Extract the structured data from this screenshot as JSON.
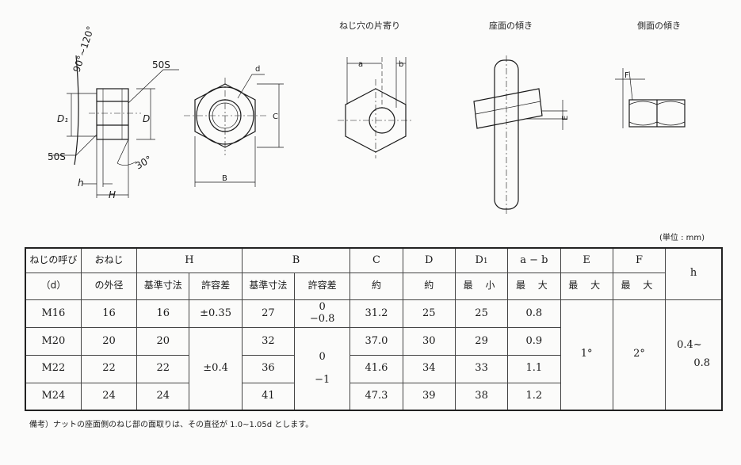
{
  "figures": {
    "captions": {
      "offset": "ねじ穴の片寄り",
      "seat_tilt": "座面の傾き",
      "side_tilt": "側面の傾き"
    },
    "labels": {
      "angle_range": "90°~120°",
      "surface_top": "50S",
      "surface_bottom": "50S",
      "d1": "D₁",
      "d": "D",
      "h": "h",
      "H": "H",
      "chamfer_angle": "30°",
      "dia_d": "d",
      "C": "C",
      "B": "B",
      "a": "a",
      "b": "b",
      "E": "E",
      "F": "F"
    }
  },
  "unit_note": "(単位 : mm)",
  "table": {
    "header_row1": {
      "nominal": "ねじの呼び",
      "outer_dia": "おねじ",
      "H": "H",
      "B": "B",
      "C": "C",
      "D": "D",
      "D1_main": "D",
      "D1_sub": "1",
      "a_b": "a − b",
      "E": "E",
      "F": "F",
      "h": "h"
    },
    "header_row2": {
      "nominal": "（d）",
      "outer_dia": "の外径",
      "H_base": "基準寸法",
      "H_tol": "許容差",
      "B_base": "基準寸法",
      "B_tol": "許容差",
      "C": "約",
      "D": "約",
      "D1": "最 小",
      "a_b": "最 大",
      "E": "最 大",
      "F": "最 大"
    },
    "rows": [
      {
        "nominal": "M16",
        "outer_dia": "16",
        "H_base": "16",
        "B_base": "27",
        "C": "31.2",
        "D": "25",
        "D1": "25",
        "a_b": "0.8"
      },
      {
        "nominal": "M20",
        "outer_dia": "20",
        "H_base": "20",
        "B_base": "32",
        "C": "37.0",
        "D": "30",
        "D1": "29",
        "a_b": "0.9"
      },
      {
        "nominal": "M22",
        "outer_dia": "22",
        "H_base": "22",
        "B_base": "36",
        "C": "41.6",
        "D": "34",
        "D1": "33",
        "a_b": "1.1"
      },
      {
        "nominal": "M24",
        "outer_dia": "24",
        "H_base": "24",
        "B_base": "41",
        "C": "47.3",
        "D": "39",
        "D1": "38",
        "a_b": "1.2"
      }
    ],
    "merged": {
      "H_tol_first": "±0.35",
      "H_tol_rest": "±0.4",
      "B_tol_first_upper": "0",
      "B_tol_first_lower": "−0.8",
      "B_tol_rest_upper": "0",
      "B_tol_rest_lower": "−1",
      "E": "1°",
      "F": "2°",
      "h_upper": "0.4~",
      "h_lower": "0.8"
    }
  },
  "note": "備考）ナットの座面側のねじ部の面取りは、その直径が 1.0~1.05d とします。"
}
